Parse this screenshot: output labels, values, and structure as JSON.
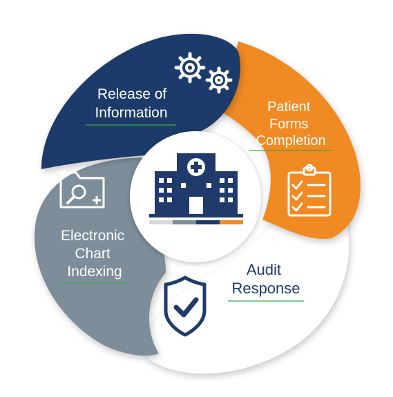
{
  "segments": [
    {
      "id": "release",
      "lines": [
        "Release of",
        "Information"
      ],
      "color": "#1f3a6b",
      "text_color": "#ffffff",
      "icon": "gears-icon"
    },
    {
      "id": "patient",
      "lines": [
        "Patient",
        "Forms",
        "Completion"
      ],
      "color": "#f08a24",
      "text_color": "#ffffff",
      "icon": "clipboard-checklist-icon"
    },
    {
      "id": "audit",
      "lines": [
        "Audit",
        "Response"
      ],
      "color": "#ffffff",
      "text_color": "#1f3a6b",
      "icon": "shield-check-icon"
    },
    {
      "id": "indexing",
      "lines": [
        "Electronic",
        "Chart",
        "Indexing"
      ],
      "color": "#7d8e9a",
      "text_color": "#ffffff",
      "icon": "folder-search-icon"
    }
  ],
  "center": {
    "icon": "hospital-icon",
    "bar_colors": [
      "#d8d8d8",
      "#7d8e9a",
      "#1f3a6b",
      "#f08a24"
    ]
  },
  "underline_color": "#39a84a"
}
